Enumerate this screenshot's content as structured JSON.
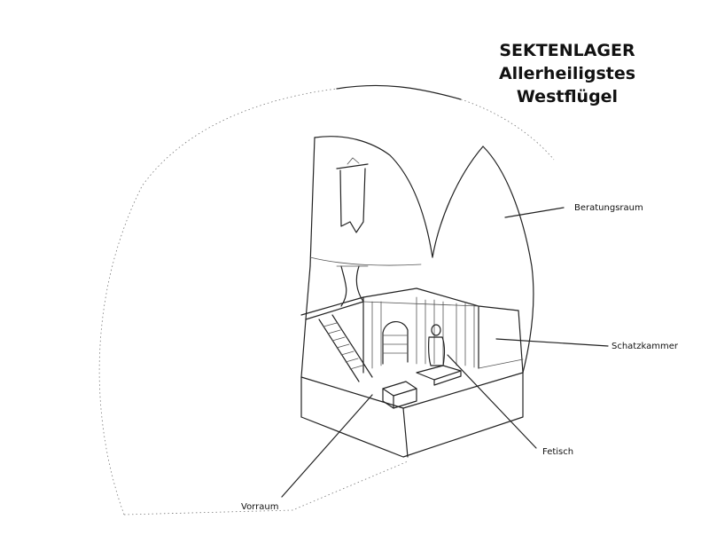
{
  "title": {
    "line1": "SEKTENLAGER",
    "line2": "Allerheiligstes",
    "line3": "Westflügel"
  },
  "labels": {
    "beratungsraum": "Beratungsraum",
    "schatzkammer": "Schatzkammer",
    "fetisch": "Fetisch",
    "vorraum": "Vorraum"
  }
}
